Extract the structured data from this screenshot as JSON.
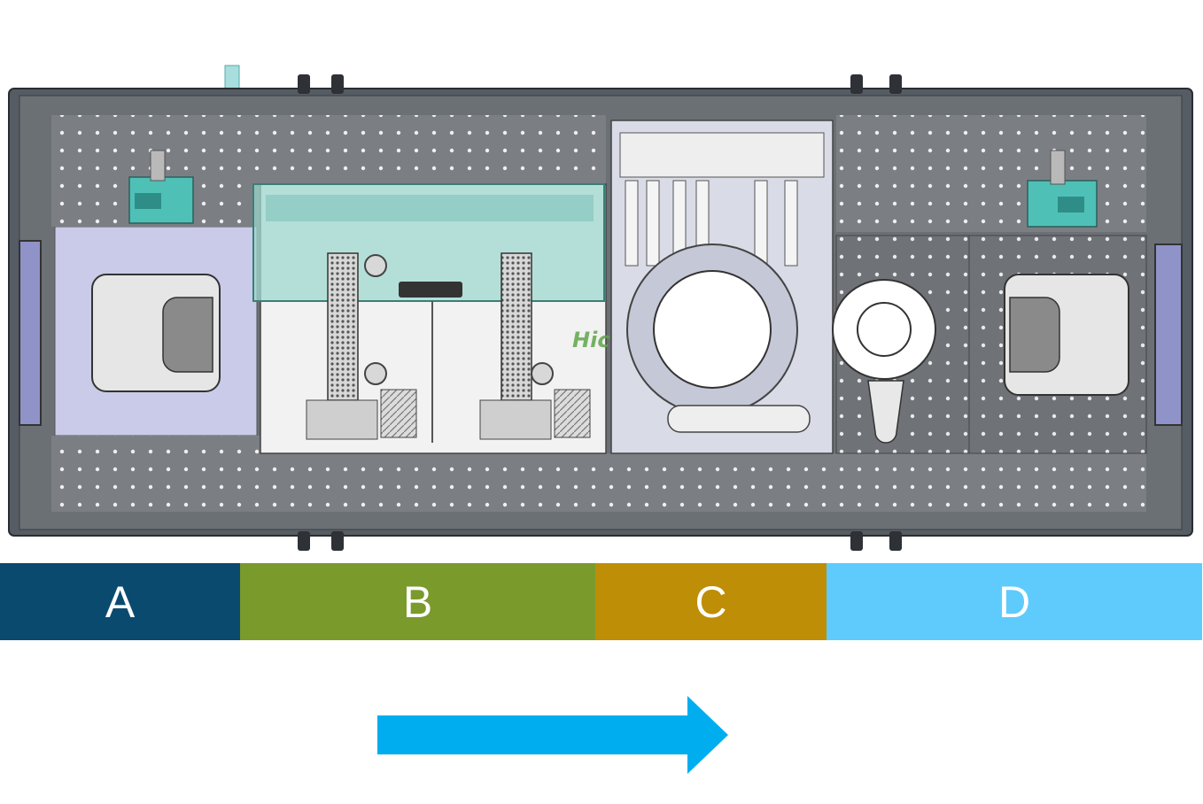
{
  "watermark": {
    "text": "Hicotech"
  },
  "zones": [
    {
      "label": "A",
      "color": "#0b4a6f"
    },
    {
      "label": "B",
      "color": "#7a9a2c"
    },
    {
      "label": "C",
      "color": "#be8e06"
    },
    {
      "label": "D",
      "color": "#5fcbfd"
    }
  ],
  "flow_arrow": {
    "color": "#00aeef",
    "direction": "right"
  },
  "colors": {
    "frame": "#5b6168",
    "plate": "#7d8185",
    "panel_blue": "#c9cbe8",
    "glass_cover": "#9fd8cf",
    "sensor_teal": "#3fb7b0"
  }
}
